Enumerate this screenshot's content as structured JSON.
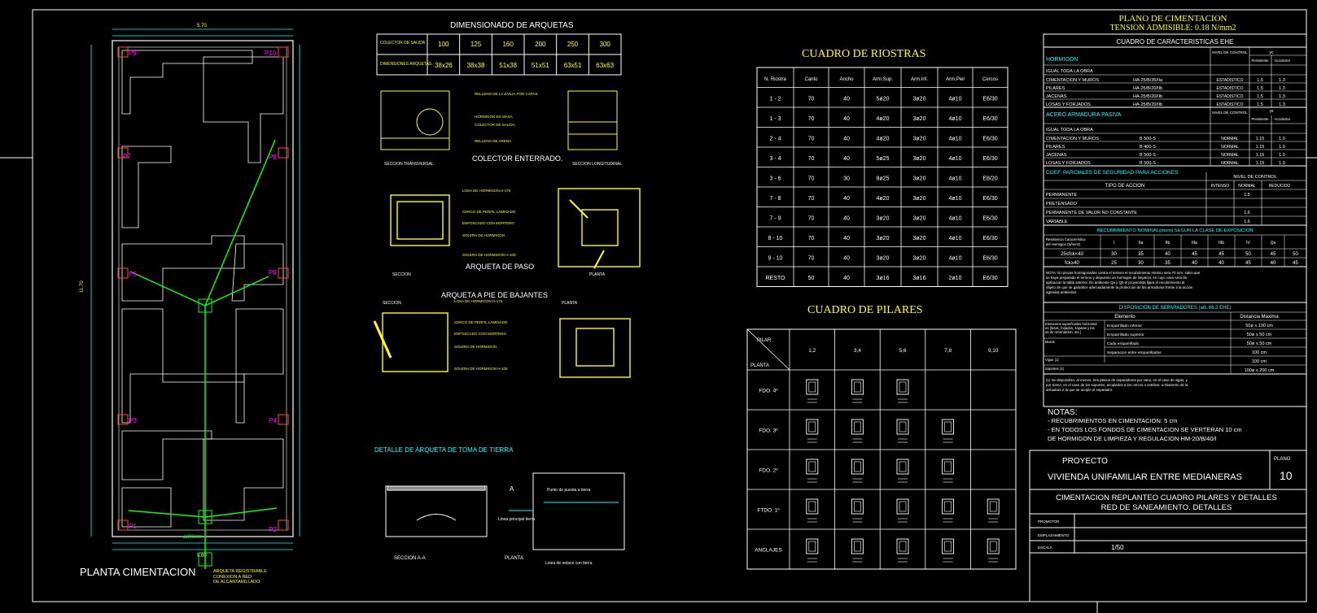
{
  "title_block": {
    "plan_title": "PLANO DE CIMENTACION",
    "tension": "TENSION ADMISIBLE: 0.18 N/mm2",
    "proyecto_label": "PROYECTO",
    "plano_label": "PLANO",
    "plano_number": "10",
    "project_name": "VIVIENDA UNIFAMILIAR ENTRE MEDIANERAS",
    "sheet_title_1": "CIMENTACION REPLANTEO CUADRO PILARES Y DETALLES",
    "sheet_title_2": "RED DE SANEAMIENTO. DETALLES",
    "promotor_label": "PROMOTOR",
    "emplazamiento_label": "EMPLAZAMIENTO",
    "escala_label": "ESCALA",
    "escala_value": "1/50"
  },
  "plan": {
    "title": "PLANTA CIMENTACION",
    "pillars": [
      "P9",
      "P10",
      "P7",
      "P8",
      "P5",
      "P6",
      "P3",
      "P4",
      "P1",
      "P2"
    ],
    "acometida_1": "ARQUETA REGISTRABLE",
    "acometida_2": "CONEXION A RED",
    "acometida_3": "DE ALCANTARILLADO",
    "pipe_label": "ø200mm",
    "dim_top": "5.70",
    "dim_total_h": "11.70",
    "dim_bottom": "5.60"
  },
  "arquetas": {
    "title": "DIMENSIONADO DE ARQUETAS",
    "row1_label": "COLECTOR DE SALIDA",
    "row2_label": "DIMENSIONES ARQUETAS",
    "diameters": [
      "100",
      "125",
      "160",
      "200",
      "250",
      "300"
    ],
    "sizes": [
      "38x26",
      "38x38",
      "51x38",
      "51x51",
      "63x51",
      "63x63"
    ],
    "colector_title": "COLECTOR ENTERRADO.",
    "sec_transversal": "SECCION TRANSVERSAL",
    "sec_longitudinal": "SECCION LONGITUDINAL",
    "paso_title": "ARQUETA DE PASO",
    "paso_seccion": "SECCION",
    "paso_planta": "PLANTA",
    "bajantes_title": "ARQUETA A PIE DE BAJANTES",
    "bajantes_seccion": "SECCION",
    "bajantes_planta": "PLANTA",
    "tierra_title": "DETALLE DE ARQUETA DE TOMA DE TIERRA",
    "tierra_seccion": "SECCION A-A",
    "tierra_planta": "PLANTA",
    "tierra_punto": "Punto de puesta a tierra",
    "tierra_enlace": "Linea de enlace con tierra",
    "tierra_linea": "Linea principal tierra",
    "tierra_a": "A"
  },
  "riostras": {
    "title": "CUADRO DE RIOSTRAS",
    "headers": [
      "N. Riostra",
      "Canto",
      "Ancho",
      "Arm.Sup.",
      "Arm.Inf.",
      "Arm.Piel",
      "Cercos"
    ],
    "rows": [
      [
        "1 - 2",
        "70",
        "40",
        "5ø20",
        "3ø20",
        "4ø10",
        "E6/30"
      ],
      [
        "1 - 3",
        "70",
        "40",
        "4ø20",
        "3ø20",
        "4ø10",
        "E6/30"
      ],
      [
        "2 - 4",
        "70",
        "40",
        "4ø20",
        "3ø20",
        "4ø10",
        "E6/30"
      ],
      [
        "3 - 4",
        "70",
        "40",
        "5ø25",
        "3ø20",
        "4ø10",
        "E6/30"
      ],
      [
        "3 - 6",
        "70",
        "30",
        "8ø25",
        "3ø20",
        "4ø10",
        "E8/20"
      ],
      [
        "7 - 8",
        "70",
        "40",
        "4ø20",
        "3ø20",
        "4ø10",
        "E6/30"
      ],
      [
        "7 - 9",
        "70",
        "40",
        "3ø20",
        "3ø20",
        "4ø10",
        "E6/30"
      ],
      [
        "8 - 10",
        "70",
        "40",
        "3ø20",
        "3ø20",
        "4ø10",
        "E6/30"
      ],
      [
        "9 - 10",
        "70",
        "40",
        "3ø20",
        "3ø20",
        "4ø10",
        "E6/30"
      ],
      [
        "RESTO",
        "50",
        "40",
        "3ø16",
        "3ø16",
        "2ø10",
        "E6/30"
      ]
    ]
  },
  "pilares": {
    "title": "CUADRO DE PILARES",
    "corner_pilar": "PILAR",
    "corner_planta": "PLANTA",
    "columns": [
      "1,2",
      "3,4",
      "5,6",
      "7,8",
      "9,10"
    ],
    "rows": [
      {
        "label": "FDO. 4º",
        "count": 3
      },
      {
        "label": "FDO. 3º",
        "count": 4
      },
      {
        "label": "FDO. 2º",
        "count": 4
      },
      {
        "label": "FTDO. 1º",
        "count": 5
      },
      {
        "label": "ANCLAJES",
        "count": 5
      }
    ]
  },
  "ehe": {
    "title": "CUADRO DE CARACTERISTICAS EHE",
    "hormigon": "HORMIGON",
    "nivel_control": "NIVEL DE CONTROL",
    "gamma_c": "γc",
    "persistente": "Persistente",
    "accidental": "Accidental",
    "igual": "IGUAL TODA LA OBRA",
    "hormigon_rows": [
      [
        "CIMENTACION Y MUROS",
        "HA-25/B/35/IIa",
        "ESTADISTICO",
        "1.5",
        "1.3"
      ],
      [
        "PILARES",
        "HA-25/B/20/IIb",
        "ESTADISTICO",
        "1.5",
        "1.3"
      ],
      [
        "JACENAS",
        "HA-25/B/20/IIb",
        "ESTADISTICO",
        "1.5",
        "1.3"
      ],
      [
        "LOSAS Y FORJADOS",
        "HA-25/B/20/IIb",
        "ESTADISTICO",
        "1.5",
        "1.3"
      ]
    ],
    "acero": "ACERO ARMADURA PASIVA",
    "gamma_s": "γs",
    "acero_rows": [
      [
        "CIMENTACION Y MUROS",
        "B 500-S",
        "NORMAL",
        "1.15",
        "1.0"
      ],
      [
        "PILARES",
        "B 400-S",
        "NORMAL",
        "1.15",
        "1.0"
      ],
      [
        "JACENAS",
        "B 500-S",
        "NORMAL",
        "1.15",
        "1.0"
      ],
      [
        "LOSAS Y FORJADOS",
        "B 500-S",
        "NORMAL",
        "1.15",
        "1.0"
      ]
    ],
    "coef_title": "COEF. PARCIALES DE SEGURIDAD PARA ACCIONES",
    "tipo_accion": "TIPO DE ACCION",
    "intenso": "INTENSO",
    "normal": "NORMAL",
    "reducido": "REDUCIDO",
    "accion_rows": [
      [
        "PERMANENTE",
        "",
        "1.5",
        ""
      ],
      [
        "PRETENSADO",
        "",
        "",
        ""
      ],
      [
        "PERMANENTE DE VALOR NO CONSTANTE",
        "",
        "1.6",
        ""
      ],
      [
        "VARIABLE",
        "",
        "1.6",
        ""
      ]
    ],
    "recub_title": "RECUBRIMIENTO NOMINAL(rnom) SEGUN LA CLASE DE EXPOSICION",
    "recub_head": [
      "Resistencia Caracteristica del Hormigon (N/mm2)",
      "I",
      "IIa",
      "IIb",
      "IIIa",
      "IIIb",
      "IV",
      "Qa"
    ],
    "recub_rows": [
      [
        "25≤fck<40",
        "30",
        "35",
        "40",
        "45",
        "45",
        "50",
        "45",
        "50"
      ],
      [
        "fck≥40",
        "25",
        "30",
        "35",
        "40",
        "40",
        "45",
        "40",
        "45"
      ]
    ],
    "nota": "NOTA: En piezas hormigonadas contra el terreno el recubrimiento minimo sera 70 mm, salvo que se haya preparado el terreno y dispuesto un hormigon de limpieza, en cuyo caso sera de aplicacion la tabla anterior. En ambiente Qa y Qb el proyectista fijara el recubrimiento al objeto de que se garantice adecuadamente la proteccion de las armaduras frente a la accion agresiva ambiental.",
    "sep_title": "DISPOSICION DE SEPARADORES (art. 66.2 EHE)",
    "elemento": "Elemento",
    "distancia": "Distancia Maxima",
    "sep_rows": [
      [
        "Elementos superficiales horizontales (losas, forjados, zapatas y losas de cimentacion, etc.)",
        "Emparrillado inferior",
        "50ø ≤ 100 cm"
      ],
      [
        "",
        "Emparrillado superior",
        "50ø ≤ 50 cm"
      ],
      [
        "Muros",
        "Cada emparrillado",
        "50ø ≤ 50 cm"
      ],
      [
        "",
        "Separacion entre emparrillados",
        "100 cm"
      ],
      [
        "Vigas (1)",
        "",
        "100 cm"
      ],
      [
        "Soportes (1)",
        "",
        "100ø ≤ 200 cm"
      ]
    ],
    "footnote": "(1) Se dispondran, al menos, tres planos de separadores por vano, en el caso de vigas, y por tramo, en el caso de los soportes, acoplados a los cercos o estribos. ø Diametro de la armadura a la que se acople el separador.",
    "notas_title": "NOTAS:",
    "nota_1": "- RECUBRIMIENTOS EN CIMENTACION: 5 cm",
    "nota_2": "- EN TODOS LOS FONDOS DE CIMENTACION SE VERTERAN 10 cm",
    "nota_3": "DE HORMIGON DE LIMPIEZA Y REGULACION HM-20/B/40/I"
  }
}
